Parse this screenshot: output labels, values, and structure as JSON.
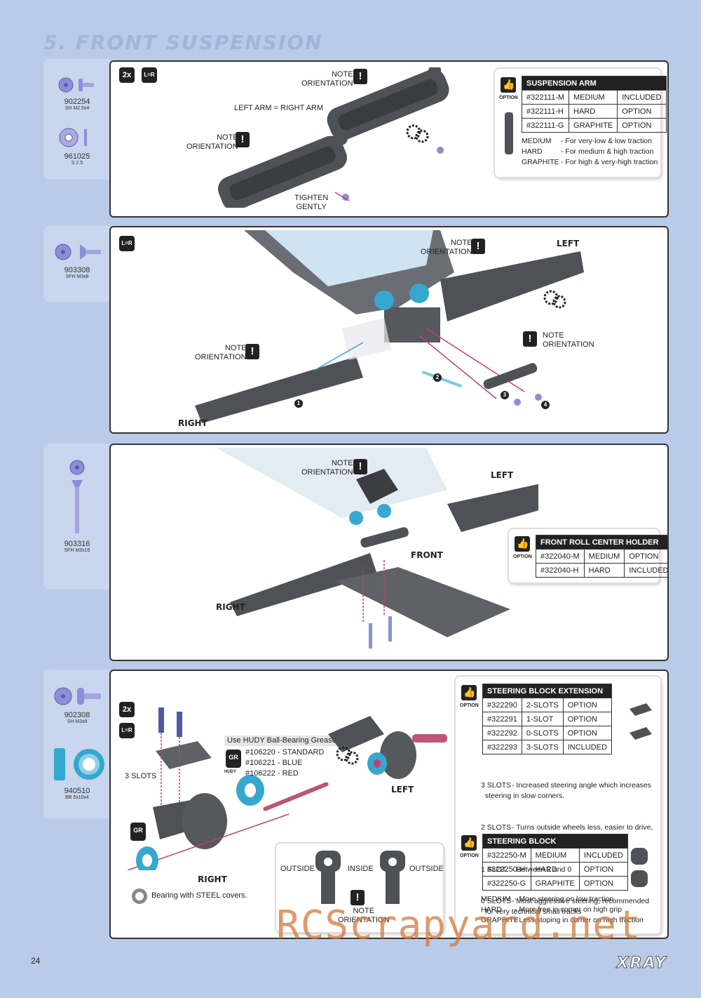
{
  "page": {
    "title": "5. FRONT SUSPENSION",
    "page_number": "24",
    "brand": "XRAY",
    "watermark": "RCScrapyard.net"
  },
  "panel1": {
    "parts": [
      {
        "code": "902254",
        "desc": "SH M2.5x4"
      },
      {
        "code": "961025",
        "desc": "S 2.5"
      }
    ],
    "qty": "2x",
    "lr": "L=R",
    "labels": {
      "note1": "NOTE\nORIENTATION",
      "left_eq_right": "LEFT ARM = RIGHT ARM",
      "note2": "NOTE\nORIENTATION",
      "tighten": "TIGHTEN\nGENTLY"
    },
    "option_table": {
      "option_label": "OPTION",
      "header": "SUSPENSION ARM",
      "rows": [
        [
          "#322111-M",
          "MEDIUM",
          "INCLUDED"
        ],
        [
          "#322111-H",
          "HARD",
          "OPTION"
        ],
        [
          "#322111-G",
          "GRAPHITE",
          "OPTION"
        ]
      ],
      "notes": [
        [
          "MEDIUM",
          "- For very-low & low traction"
        ],
        [
          "HARD",
          "- For medium & high traction"
        ],
        [
          "GRAPHITE",
          "- For high & very-high traction"
        ]
      ]
    }
  },
  "panel2": {
    "parts": [
      {
        "code": "903308",
        "desc": "SFH M3x8"
      }
    ],
    "lr": "L=R",
    "labels": {
      "note_top": "NOTE\nORIENTATION",
      "left": "LEFT",
      "note_left": "NOTE\nORIENTATION",
      "note_right": "NOTE\nORIENTATION",
      "right": "RIGHT"
    },
    "steps": [
      "1",
      "2",
      "3",
      "4"
    ]
  },
  "panel3": {
    "parts": [
      {
        "code": "903316",
        "desc": "SFH M3x16"
      }
    ],
    "labels": {
      "note": "NOTE\nORIENTATION",
      "left": "LEFT",
      "front": "FRONT",
      "right": "RIGHT"
    },
    "option_table": {
      "option_label": "OPTION",
      "header": "FRONT ROLL CENTER HOLDER",
      "rows": [
        [
          "#322040-M",
          "MEDIUM",
          "OPTION"
        ],
        [
          "#322040-H",
          "HARD",
          "INCLUDED"
        ]
      ]
    }
  },
  "panel4": {
    "parts": [
      {
        "code": "902308",
        "desc": "SH M3x8"
      },
      {
        "code": "940510",
        "desc": "BB 5x10x4"
      }
    ],
    "qty": "2x",
    "lr": "L=R",
    "labels": {
      "slots": "3 SLOTS",
      "grease_title": "Use HUDY Ball-Bearing Grease",
      "grease_items": [
        "#106220 - STANDARD",
        "#106221 - BLUE",
        "#106222 - RED"
      ],
      "hudy": "HUDY",
      "gr": "GR",
      "left": "LEFT",
      "right": "RIGHT",
      "bearing_note": "Bearing with STEEL covers.",
      "outside1": "OUTSIDE",
      "inside": "INSIDE",
      "outside2": "OUTSIDE",
      "note": "NOTE\nORIENTATION"
    },
    "ext_table": {
      "option_label": "OPTION",
      "header": "STEERING  BLOCK EXTENSION",
      "rows": [
        [
          "#322290",
          "2-SLOTS",
          "OPTION"
        ],
        [
          "#322291",
          "1-SLOT",
          "OPTION"
        ],
        [
          "#322292",
          "0-SLOTS",
          "OPTION"
        ],
        [
          "#322293",
          "3-SLOTS",
          "INCLUDED"
        ]
      ],
      "notes": [
        [
          "3 SLOTS",
          "- Increased steering angle which increases\n  steering in slow corners."
        ],
        [
          "2 SLOTS",
          "- Turns outside wheels less, easier to drive,\n  less aggressive"
        ],
        [
          "1 SLOT",
          "- Between 2 and 0"
        ],
        [
          "0 SLOTS",
          "- Most aggressive steering, recommended\n  for very technical small tracks"
        ]
      ]
    },
    "block_table": {
      "option_label": "OPTION",
      "header": "STEERING  BLOCK",
      "rows": [
        [
          "#322250-M",
          "MEDIUM",
          "INCLUDED"
        ],
        [
          "#322250-H",
          "HARD",
          "OPTION"
        ],
        [
          "#322250-G",
          "GRAPHITE",
          "OPTION"
        ]
      ],
      "notes": [
        [
          "MEDIUM",
          "- More steering on low traction"
        ],
        [
          "HARD",
          "- More free in corner on high grip"
        ],
        [
          "GRAPHITE",
          "- Less stoping in corner on high traction"
        ]
      ]
    }
  }
}
